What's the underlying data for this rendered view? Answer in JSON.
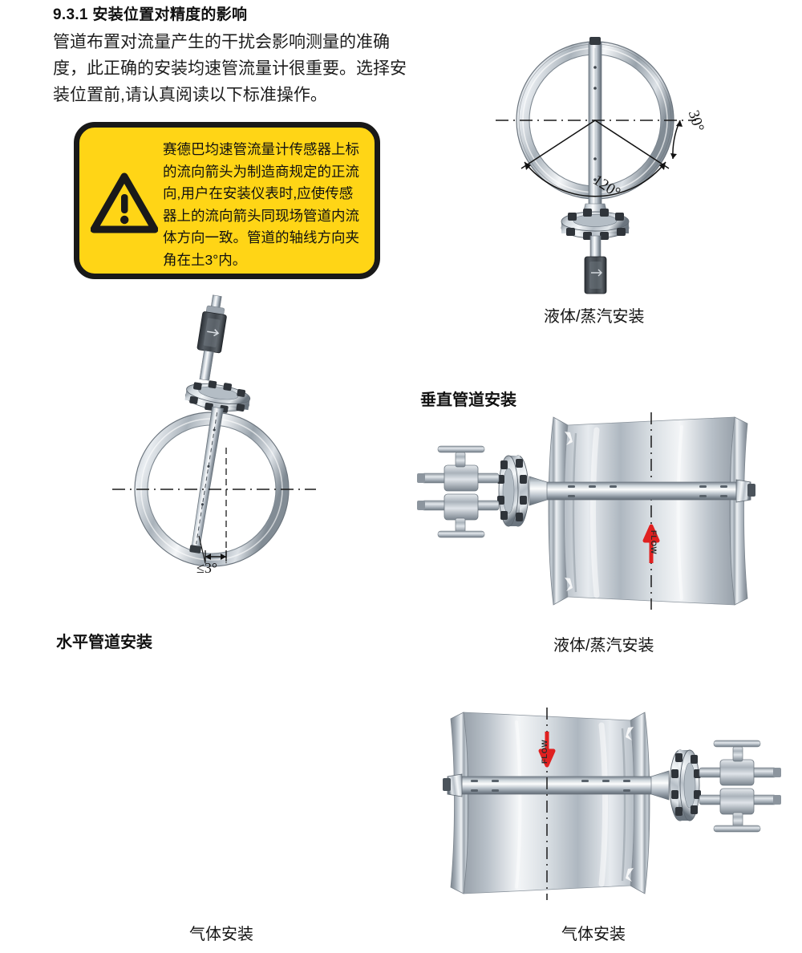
{
  "heading": "9.3.1 安装位置对精度的影响",
  "body_paragraph": {
    "lines": [
      "管道布置对流量产生的干扰会影响测量的准确",
      "度，此正确的安装均速管流量计很重要。选择安",
      "装位置前,请认真阅读以下标准操作。"
    ]
  },
  "warning": {
    "icon": "warning-triangle-icon",
    "background_color": "#FFD516",
    "border_color": "#191919",
    "lines": [
      "赛德巴均速管流量计传感器上标",
      "的流向箭头为制造商规定的正流",
      "向,用户在安装仪表时,应使传感",
      "器上的流向箭头同现场管道内流",
      "体方向一致。管道的轴线方向夹",
      "角在土3°内。"
    ]
  },
  "sections": {
    "vertical_pipe_label": "垂直管道安装",
    "horizontal_pipe_label": "水平管道安装"
  },
  "diagrams": {
    "vertical_liquid": {
      "caption": "液体/蒸汽安装",
      "angle_outer": "120°",
      "angle_inner": "30°",
      "probe_direction": "bottom-entry",
      "centerline": "horizontal-dashed"
    },
    "vertical_gas": {
      "caption": "气体安装",
      "tolerance": "≤3°",
      "probe_direction": "top-entry",
      "centerline": "horizontal-dashed"
    },
    "horizontal_liquid": {
      "caption": "液体/蒸汽安装",
      "flow_label": "FLOW",
      "flow_direction": "up",
      "flow_color": "#E02020",
      "manifold_side": "left",
      "centerline": "vertical-dashed"
    },
    "horizontal_gas": {
      "caption": "气体安装",
      "flow_label": "FLOW",
      "flow_direction": "down",
      "flow_color": "#E02020",
      "manifold_side": "right",
      "centerline": "vertical-dashed"
    }
  },
  "colors": {
    "metal_light": "#f2f4f6",
    "metal_mid": "#b9c0c7",
    "metal_dark": "#7d868f",
    "metal_shadow": "#5a636c",
    "transmitter_body": "#4a4f55",
    "line": "#111111"
  }
}
